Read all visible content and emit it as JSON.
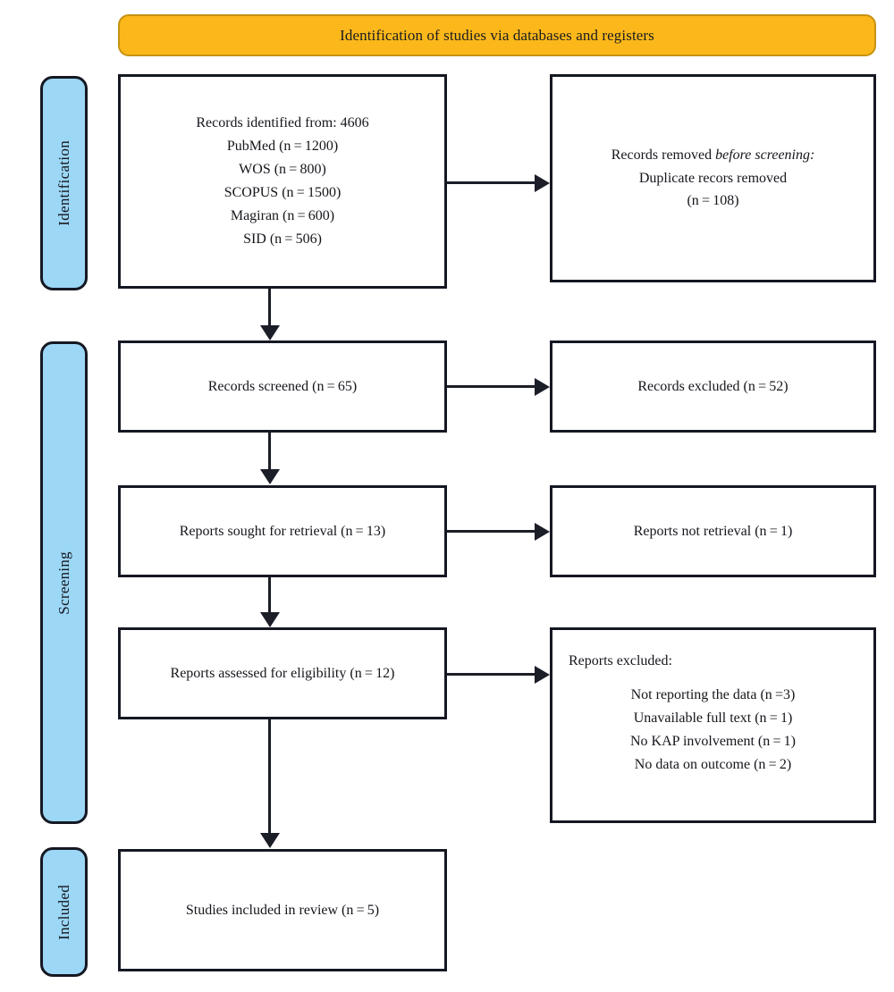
{
  "banner": {
    "title": "Identification of studies via databases and registers"
  },
  "stages": [
    {
      "label": "Identification"
    },
    {
      "label": "Screening"
    },
    {
      "label": "Included"
    }
  ],
  "boxes": {
    "records_identified": {
      "l1": "Records identified from: 4606",
      "l2": "PubMed (n = 1200)",
      "l3": "WOS (n = 800)",
      "l4": "SCOPUS (n = 1500)",
      "l5": "Magiran (n = 600)",
      "l6": "SID (n = 506)"
    },
    "records_removed": {
      "l1_pre": "Records removed ",
      "l1_em": "before screening:",
      "l2": "Duplicate recors removed",
      "l3": "(n = 108)"
    },
    "records_screened": {
      "l1": "Records screened (n = 65)"
    },
    "records_excluded": {
      "l1": "Records excluded (n = 52)"
    },
    "reports_sought": {
      "l1": "Reports sought for retrieval (n = 13)"
    },
    "reports_not_retrieval": {
      "l1": "Reports not retrieval (n = 1)"
    },
    "reports_assessed": {
      "l1": "Reports assessed for eligibility (n = 12)"
    },
    "reports_excluded": {
      "head": "Reports excluded:",
      "r1": "Not reporting the data (n =3)",
      "r2": "Unavailable full text (n = 1)",
      "r3": "No KAP involvement (n = 1)",
      "r4": "No data on outcome (n = 2)"
    },
    "studies_included": {
      "l1": "Studies included in review (n = 5)"
    }
  },
  "chart_data": {
    "type": "diagram",
    "title": "Identification of studies via databases and registers",
    "nodes": [
      {
        "id": "records_identified",
        "stage": "Identification",
        "column": "left",
        "text": "Records identified from: 4606; PubMed (n=1200); WOS (n=800); SCOPUS (n=1500); Magiran (n=600); SID (n=506)",
        "total": 4606,
        "sources": [
          {
            "name": "PubMed",
            "n": 1200
          },
          {
            "name": "WOS",
            "n": 800
          },
          {
            "name": "SCOPUS",
            "n": 1500
          },
          {
            "name": "Magiran",
            "n": 600
          },
          {
            "name": "SID",
            "n": 506
          }
        ]
      },
      {
        "id": "records_removed",
        "stage": "Identification",
        "column": "right",
        "text": "Records removed before screening: Duplicate recors removed (n=108)",
        "n": 108
      },
      {
        "id": "records_screened",
        "stage": "Screening",
        "column": "left",
        "text": "Records screened (n=65)",
        "n": 65
      },
      {
        "id": "records_excluded",
        "stage": "Screening",
        "column": "right",
        "text": "Records excluded (n=52)",
        "n": 52
      },
      {
        "id": "reports_sought",
        "stage": "Screening",
        "column": "left",
        "text": "Reports sought for retrieval (n=13)",
        "n": 13
      },
      {
        "id": "reports_not_retrieval",
        "stage": "Screening",
        "column": "right",
        "text": "Reports not retrieval (n=1)",
        "n": 1
      },
      {
        "id": "reports_assessed",
        "stage": "Screening",
        "column": "left",
        "text": "Reports assessed for eligibility (n=12)",
        "n": 12
      },
      {
        "id": "reports_excluded",
        "stage": "Screening",
        "column": "right",
        "text": "Reports excluded: Not reporting the data (n=3); Unavailable full text (n=1); No KAP involvement (n=1); No data on outcome (n=2)",
        "reasons": [
          {
            "reason": "Not reporting the data",
            "n": 3
          },
          {
            "reason": "Unavailable full text",
            "n": 1
          },
          {
            "reason": "No KAP involvement",
            "n": 1
          },
          {
            "reason": "No data on outcome",
            "n": 2
          }
        ]
      },
      {
        "id": "studies_included",
        "stage": "Included",
        "column": "left",
        "text": "Studies included in review (n=5)",
        "n": 5
      }
    ],
    "edges": [
      {
        "from": "records_identified",
        "to": "records_removed",
        "direction": "right"
      },
      {
        "from": "records_identified",
        "to": "records_screened",
        "direction": "down"
      },
      {
        "from": "records_screened",
        "to": "records_excluded",
        "direction": "right"
      },
      {
        "from": "records_screened",
        "to": "reports_sought",
        "direction": "down"
      },
      {
        "from": "reports_sought",
        "to": "reports_not_retrieval",
        "direction": "right"
      },
      {
        "from": "reports_sought",
        "to": "reports_assessed",
        "direction": "down"
      },
      {
        "from": "reports_assessed",
        "to": "reports_excluded",
        "direction": "right"
      },
      {
        "from": "reports_assessed",
        "to": "studies_included",
        "direction": "down"
      }
    ],
    "colors": {
      "banner": "#fcb81a",
      "banner_border": "#c69212",
      "stage": "#9cd7f6",
      "outline": "#151822"
    }
  }
}
